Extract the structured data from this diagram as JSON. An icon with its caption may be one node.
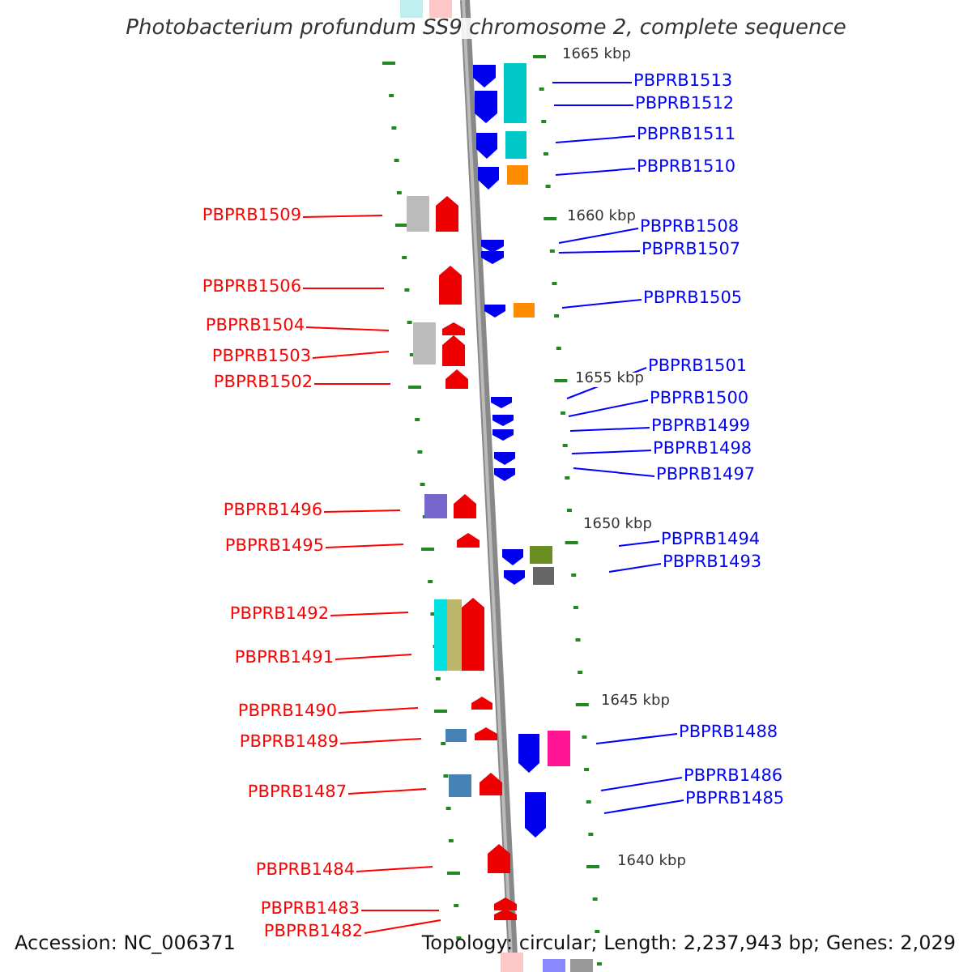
{
  "diagram": {
    "title": "Photobacterium profundum SS9 chromosome 2, complete sequence",
    "nodes": [
      {
        "text": [
          "PBPRB1513"
        ]
      },
      {
        "text": [
          "PBPRB1512"
        ]
      },
      {
        "text": [
          "PBPRB1511"
        ]
      },
      {
        "text": [
          "PBPRB1510"
        ]
      },
      {
        "text": [
          "PBPRB1509"
        ]
      },
      {
        "text": [
          "PBPRB1508"
        ]
      },
      {
        "text": [
          "PBPRB1507"
        ]
      },
      {
        "text": [
          "PBPRB1506"
        ]
      },
      {
        "text": [
          "PBPRB1505"
        ]
      },
      {
        "text": [
          "PBPRB1504"
        ]
      },
      {
        "text": [
          "PBPRB1503"
        ]
      },
      {
        "text": [
          "PBPRB1502"
        ]
      },
      {
        "text": [
          "PBPRB1501"
        ]
      },
      {
        "text": [
          "PBPRB1500"
        ]
      },
      {
        "text": [
          "PBPRB1499"
        ]
      },
      {
        "text": [
          "PBPRB1498"
        ]
      },
      {
        "text": [
          "PBPRB1497"
        ]
      },
      {
        "text": [
          "PBPRB1496"
        ]
      },
      {
        "text": [
          "PBPRB1494"
        ]
      },
      {
        "text": [
          "PBPRB1495"
        ]
      },
      {
        "text": [
          "PBPRB1493"
        ]
      },
      {
        "text": [
          "PBPRB1492"
        ]
      },
      {
        "text": [
          "PBPRB1491"
        ]
      },
      {
        "text": [
          "PBPRB1490"
        ]
      },
      {
        "text": [
          "PBPRB1489"
        ]
      },
      {
        "text": [
          "PBPRB1488"
        ]
      },
      {
        "text": [
          "PBPRB1487"
        ]
      },
      {
        "text": [
          "PBPRB1486"
        ]
      },
      {
        "text": [
          "PBPRB1485"
        ]
      },
      {
        "text": [
          "PBPRB1484"
        ]
      },
      {
        "text": [
          "PBPRB1483"
        ]
      },
      {
        "text": [
          "PBPRB1482"
        ]
      }
    ],
    "edges": [
      {
        "from": 0,
        "to": null,
        "arrow": "none"
      },
      {
        "from": 1,
        "to": null,
        "arrow": "none"
      },
      {
        "from": 2,
        "to": null,
        "arrow": "none"
      },
      {
        "from": 3,
        "to": null,
        "arrow": "none"
      },
      {
        "from": 4,
        "to": null,
        "arrow": "none",
        "color": "#ff0000"
      },
      {
        "from": 5,
        "to": null,
        "arrow": "none"
      },
      {
        "from": 6,
        "to": null,
        "arrow": "none"
      },
      {
        "from": 7,
        "to": null,
        "arrow": "none",
        "color": "#ff0000"
      },
      {
        "from": 8,
        "to": null,
        "arrow": "none"
      },
      {
        "from": 9,
        "to": null,
        "arrow": "none",
        "color": "#ff0000"
      },
      {
        "from": 10,
        "to": null,
        "arrow": "none",
        "color": "#ff0000"
      },
      {
        "from": 11,
        "to": null,
        "arrow": "none",
        "color": "#ff0000"
      },
      {
        "from": 12,
        "to": null,
        "arrow": "none"
      },
      {
        "from": 13,
        "to": null,
        "arrow": "none"
      },
      {
        "from": 14,
        "to": null,
        "arrow": "none"
      },
      {
        "from": 15,
        "to": null,
        "arrow": "none"
      },
      {
        "from": 16,
        "to": null,
        "arrow": "none"
      },
      {
        "from": 17,
        "to": null,
        "arrow": "none",
        "color": "#ff0000"
      },
      {
        "from": 18,
        "to": null,
        "arrow": "none"
      },
      {
        "from": 19,
        "to": null,
        "arrow": "none",
        "color": "#ff0000"
      },
      {
        "from": 20,
        "to": null,
        "arrow": "none"
      },
      {
        "from": 21,
        "to": null,
        "arrow": "none",
        "color": "#ff0000"
      },
      {
        "from": 22,
        "to": null,
        "arrow": "none",
        "color": "#ff0000"
      },
      {
        "from": 23,
        "to": null,
        "arrow": "none",
        "color": "#ff0000"
      },
      {
        "from": 24,
        "to": null,
        "arrow": "none",
        "color": "#ff0000"
      },
      {
        "from": 25,
        "to": null,
        "arrow": "none"
      },
      {
        "from": 26,
        "to": null,
        "arrow": "none",
        "color": "#ff0000"
      },
      {
        "from": 27,
        "to": null,
        "arrow": "none"
      },
      {
        "from": 28,
        "to": null,
        "arrow": "none"
      },
      {
        "from": 29,
        "to": null,
        "arrow": "none",
        "color": "#ff0000"
      },
      {
        "from": 30,
        "to": null,
        "arrow": "none",
        "color": "#ff0000"
      },
      {
        "from": 31,
        "to": null,
        "arrow": "none",
        "color": "#ff0000"
      }
    ],
    "labels": [
      "1665 kbp",
      "1660 kbp",
      "1655 kbp",
      "1650 kbp",
      "1645 kbp",
      "1640 kbp",
      "Accession: NC_006371",
      "Topology: circular; Length: 2,237,943 bp; Genes: 2,029"
    ]
  }
}
